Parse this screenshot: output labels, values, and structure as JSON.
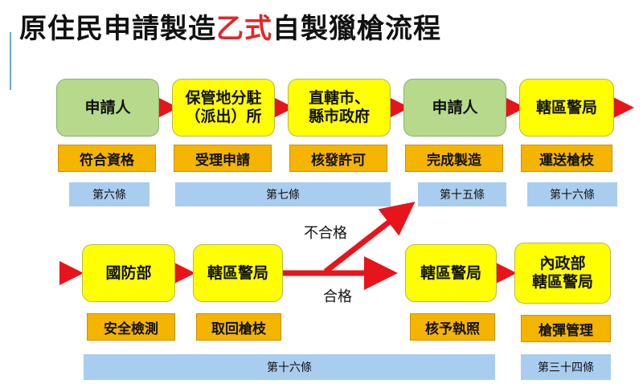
{
  "title": {
    "prefix": "原住民申請製造",
    "highlight": "乙式",
    "suffix": "自製獵槍流程"
  },
  "colors": {
    "highlight": "#e0282a",
    "node_green": "#b6d98c",
    "node_yellow": "#ffff00",
    "tag": "#f4b400",
    "law": "#a9cdef",
    "arrow": "#e8141b"
  },
  "row1": {
    "nodes": [
      "申請人",
      "保管地分駐\n（派出）所",
      "直轄市、\n縣市政府",
      "申請人",
      "轄區警局"
    ],
    "tags": [
      "符合資格",
      "受理申請",
      "核發許可",
      "完成製造",
      "運送槍枝"
    ],
    "laws": [
      "第六條",
      "第七條",
      "第十五條",
      "第十六條"
    ]
  },
  "row2": {
    "nodes": [
      "國防部",
      "轄區警局",
      "轄區警局",
      "內政部\n轄區警局"
    ],
    "tags": [
      "安全檢測",
      "取回槍枝",
      "核予執照",
      "槍彈管理"
    ],
    "laws": [
      "第十六條",
      "第三十四條"
    ]
  },
  "branches": {
    "fail": "不合格",
    "pass": "合格"
  }
}
